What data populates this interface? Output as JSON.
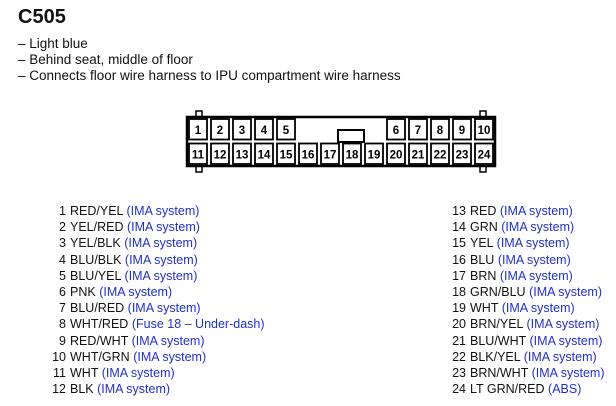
{
  "title": "C505",
  "notes": [
    "– Light blue",
    "– Behind seat, middle of floor",
    "– Connects floor wire harness to IPU compartment wire harness"
  ],
  "connector": {
    "top_row": [
      "1",
      "2",
      "3",
      "4",
      "5",
      "",
      "",
      "",
      "",
      "6",
      "7",
      "8",
      "9",
      "10"
    ],
    "bottom_row": [
      "11",
      "12",
      "13",
      "14",
      "15",
      "16",
      "17",
      "18",
      "19",
      "20",
      "21",
      "22",
      "23",
      "24"
    ]
  },
  "pins_left": [
    {
      "num": "1",
      "wire": "RED/YEL",
      "system": "(IMA system)"
    },
    {
      "num": "2",
      "wire": "YEL/RED",
      "system": "(IMA system)"
    },
    {
      "num": "3",
      "wire": "YEL/BLK",
      "system": "(IMA system)"
    },
    {
      "num": "4",
      "wire": "BLU/BLK",
      "system": "(IMA system)"
    },
    {
      "num": "5",
      "wire": "BLU/YEL",
      "system": "(IMA system)"
    },
    {
      "num": "6",
      "wire": "PNK",
      "system": "(IMA system)"
    },
    {
      "num": "7",
      "wire": "BLU/RED",
      "system": "(IMA system)"
    },
    {
      "num": "8",
      "wire": "WHT/RED",
      "system": "(Fuse 18 – Under-dash)"
    },
    {
      "num": "9",
      "wire": "RED/WHT",
      "system": "(IMA system)"
    },
    {
      "num": "10",
      "wire": "WHT/GRN",
      "system": "(IMA system)"
    },
    {
      "num": "11",
      "wire": "WHT",
      "system": "(IMA system)"
    },
    {
      "num": "12",
      "wire": "BLK",
      "system": "(IMA system)"
    }
  ],
  "pins_right": [
    {
      "num": "13",
      "wire": "RED",
      "system": "(IMA system)"
    },
    {
      "num": "14",
      "wire": "GRN",
      "system": "(IMA system)"
    },
    {
      "num": "15",
      "wire": "YEL",
      "system": "(IMA system)"
    },
    {
      "num": "16",
      "wire": "BLU",
      "system": "(IMA system)"
    },
    {
      "num": "17",
      "wire": "BRN",
      "system": "(IMA system)"
    },
    {
      "num": "18",
      "wire": "GRN/BLU",
      "system": "(IMA system)"
    },
    {
      "num": "19",
      "wire": "WHT",
      "system": "(IMA system)"
    },
    {
      "num": "20",
      "wire": "BRN/YEL",
      "system": "(IMA system)"
    },
    {
      "num": "21",
      "wire": "BLU/WHT",
      "system": "(IMA system)"
    },
    {
      "num": "22",
      "wire": "BLK/YEL",
      "system": "(IMA system)"
    },
    {
      "num": "23",
      "wire": "BRN/WHT",
      "system": "(IMA system)"
    },
    {
      "num": "24",
      "wire": "LT GRN/RED",
      "system": "(ABS)"
    }
  ],
  "colors": {
    "system_text": "#1f2fd0",
    "text": "#111111"
  }
}
